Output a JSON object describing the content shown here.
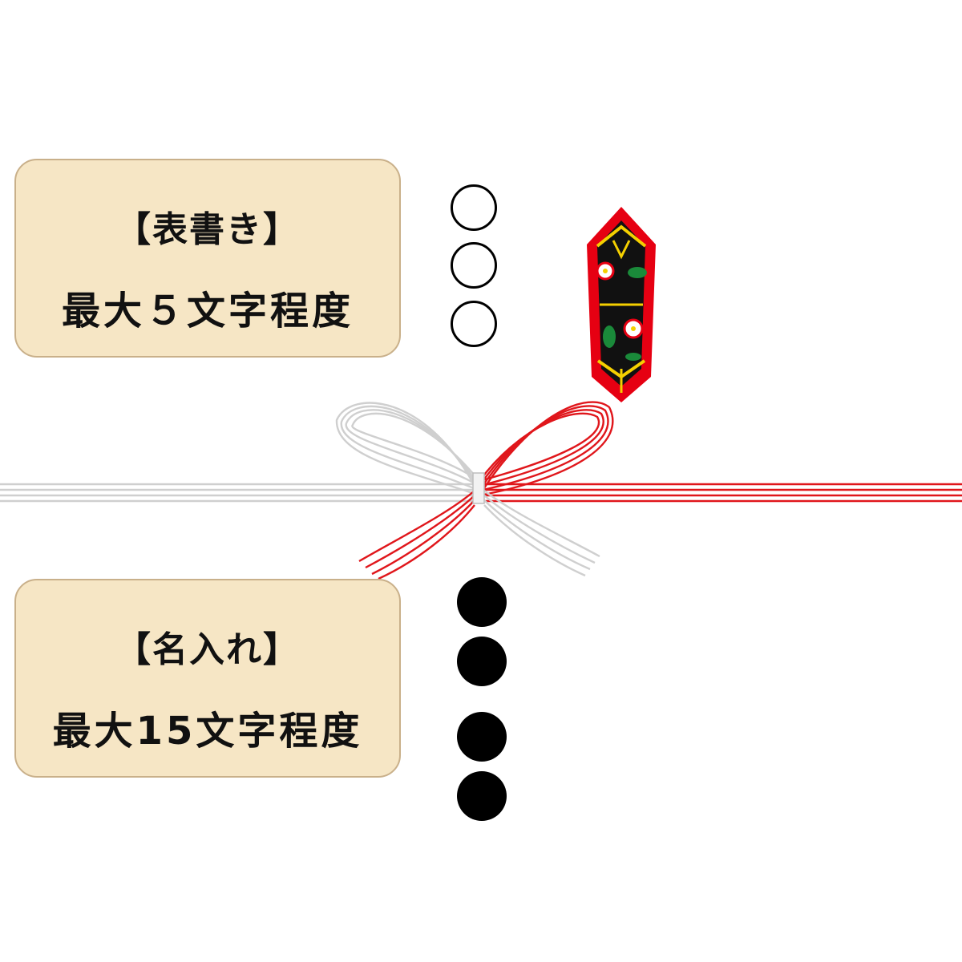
{
  "title_box": {
    "heading": "【表書き】",
    "limit": "最大５文字程度"
  },
  "name_box": {
    "heading": "【名入れ】",
    "limit": "最大15文字程度"
  },
  "placeholders": {
    "title_marks": [
      "open-circle",
      "open-circle",
      "open-circle"
    ],
    "name_marks": [
      "filled-circle",
      "filled-circle",
      "filled-circle",
      "filled-circle"
    ]
  },
  "colors": {
    "label_fill": "#f6e6c5",
    "cord_red": "#e0161b",
    "cord_white": "#c8c8c8",
    "noshi_red": "#e60012",
    "noshi_black": "#111111",
    "noshi_gold": "#f5d000"
  },
  "icons": {
    "noshi": "noshi-ornament-icon",
    "bow": "mizuhiki-bow"
  }
}
